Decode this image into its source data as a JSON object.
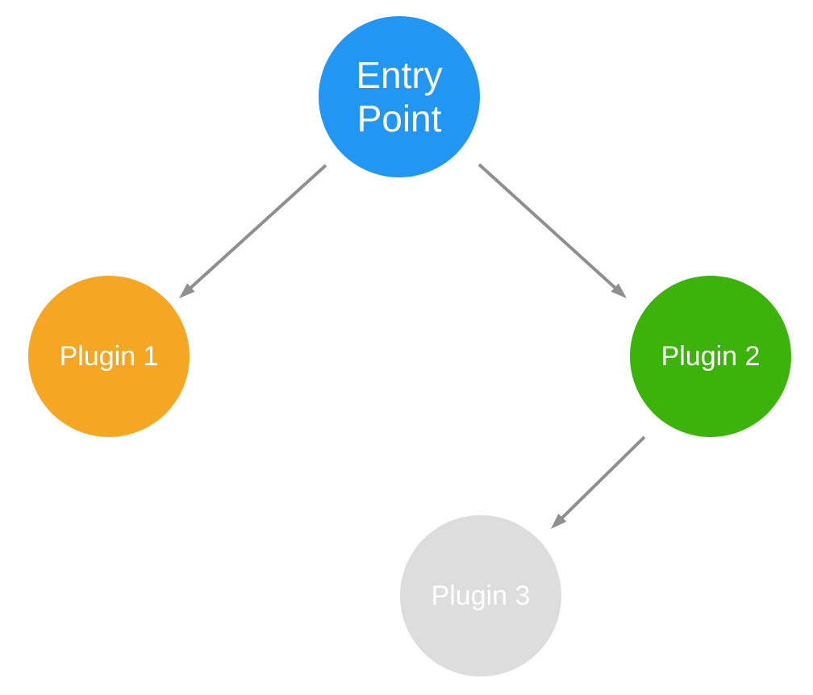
{
  "diagram": {
    "nodes": [
      {
        "id": "entry",
        "label_lines": [
          "Entry",
          "Point"
        ],
        "color": "#2196F3",
        "text_color": "#ffffff"
      },
      {
        "id": "plugin1",
        "label_lines": [
          "Plugin 1"
        ],
        "color": "#F5A623",
        "text_color": "#ffffff"
      },
      {
        "id": "plugin2",
        "label_lines": [
          "Plugin 2"
        ],
        "color": "#3BB30B",
        "text_color": "#ffffff"
      },
      {
        "id": "plugin3",
        "label_lines": [
          "Plugin 3"
        ],
        "color": "#DDDDDD",
        "text_color": "#ffffff"
      }
    ],
    "edges": [
      {
        "from": "entry",
        "to": "plugin1"
      },
      {
        "from": "entry",
        "to": "plugin2"
      },
      {
        "from": "plugin2",
        "to": "plugin3"
      }
    ],
    "edge_color": "#8f8f8f"
  }
}
